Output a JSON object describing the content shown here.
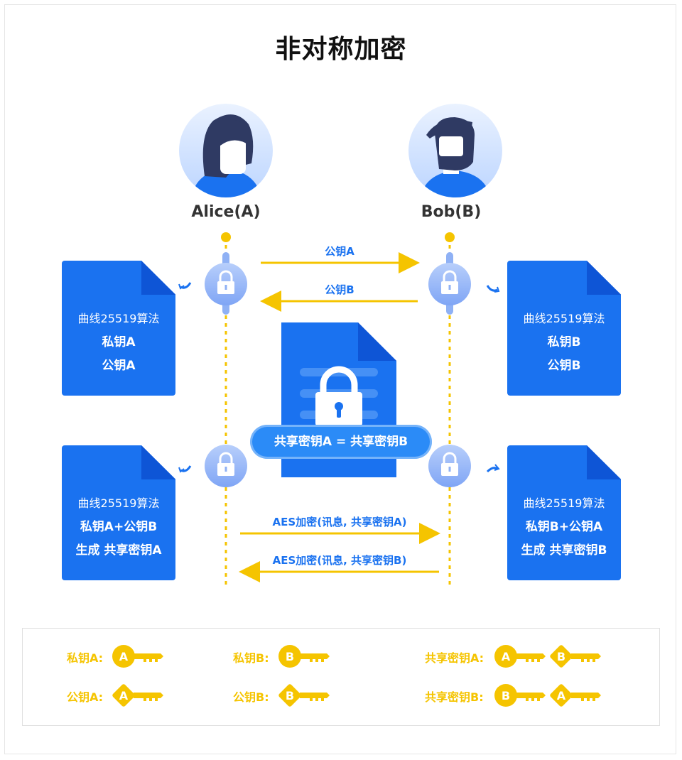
{
  "title": "非对称加密",
  "alice": {
    "name": "Alice(A)"
  },
  "bob": {
    "name": "Bob(B)"
  },
  "arrows": {
    "pubA": "公钥A",
    "pubB": "公钥B",
    "aesA": "AES加密(讯息, 共享密钥A)",
    "aesB": "AES加密(讯息, 共享密钥B)"
  },
  "docs": {
    "alice_top": {
      "algo": "曲线25519算法",
      "line2": "私钥A",
      "line3": "公钥A"
    },
    "bob_top": {
      "algo": "曲线25519算法",
      "line2": "私钥B",
      "line3": "公钥B"
    },
    "alice_bottom": {
      "algo": "曲线25519算法",
      "line2": "私钥A+公钥B",
      "line3": "生成 共享密钥A"
    },
    "bob_bottom": {
      "algo": "曲线25519算法",
      "line2": "私钥B+公钥A",
      "line3": "生成 共享密钥B"
    }
  },
  "center": {
    "banner": "共享密钥A = 共享密钥B"
  },
  "legend": {
    "privA": {
      "label": "私钥A:",
      "keys": [
        "A"
      ]
    },
    "privB": {
      "label": "私钥B:",
      "keys": [
        "B"
      ]
    },
    "sharedA": {
      "label": "共享密钥A:",
      "keys": [
        "A",
        "B"
      ]
    },
    "pubA": {
      "label": "公钥A:",
      "keys": [
        "A"
      ]
    },
    "pubB": {
      "label": "公钥B:",
      "keys": [
        "B"
      ]
    },
    "sharedB": {
      "label": "共享密钥B:",
      "keys": [
        "B",
        "A"
      ]
    }
  },
  "colors": {
    "blue": "#1a72f0",
    "yellow": "#f5c400",
    "dark": "#2f3a63"
  }
}
